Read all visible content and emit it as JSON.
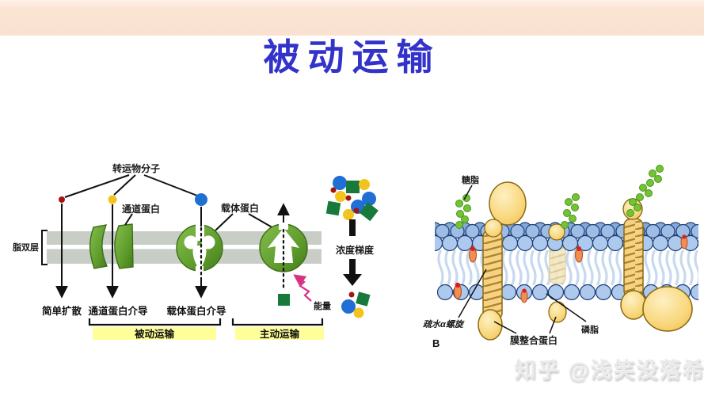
{
  "page": {
    "title": "被动运输",
    "watermark": "知乎 @浅笑没落希",
    "header_bar_color": "#f9e2d1",
    "title_color": "#3333cc"
  },
  "left_diagram": {
    "name": "membrane transport overview",
    "labels": {
      "transported_molecules": "转运物分子",
      "channel_protein": "通道蛋白",
      "carrier_protein": "载体蛋白",
      "lipid_bilayer": "脂双层",
      "simple_diffusion": "简单扩散",
      "channel_mediated": "通道蛋白介导",
      "carrier_mediated": "载体蛋白介导",
      "passive_transport": "被动运输",
      "active_transport": "主动运输",
      "concentration_gradient": "浓度梯度",
      "energy": "能量"
    },
    "colors": {
      "membrane_gray": "#c8cec6",
      "protein_green": "#63a02f",
      "molecule_blue": "#1f6fd4",
      "molecule_yellow": "#f2c41d",
      "molecule_red": "#a31510",
      "molecule_green_square": "#177a3a",
      "highlight_yellow": "#feff99",
      "energy_arrow_pink": "#d63384"
    }
  },
  "right_diagram": {
    "name": "plasma membrane structure",
    "panel_label": "B",
    "labels": {
      "glycolipid": "糖脂",
      "hydrophobic_alpha_helix": "疏水α螺旋",
      "integral_membrane_protein": "膜整合蛋白",
      "phospholipid": "磷脂"
    },
    "colors": {
      "head_blue": "#adc9ee",
      "head_blue_dark": "#86a9db",
      "tail_blue": "#c6d9f0",
      "protein_yellow": "#f6d287",
      "glyco_green": "#72c433",
      "cholesterol_orange": "#ef9052"
    }
  }
}
